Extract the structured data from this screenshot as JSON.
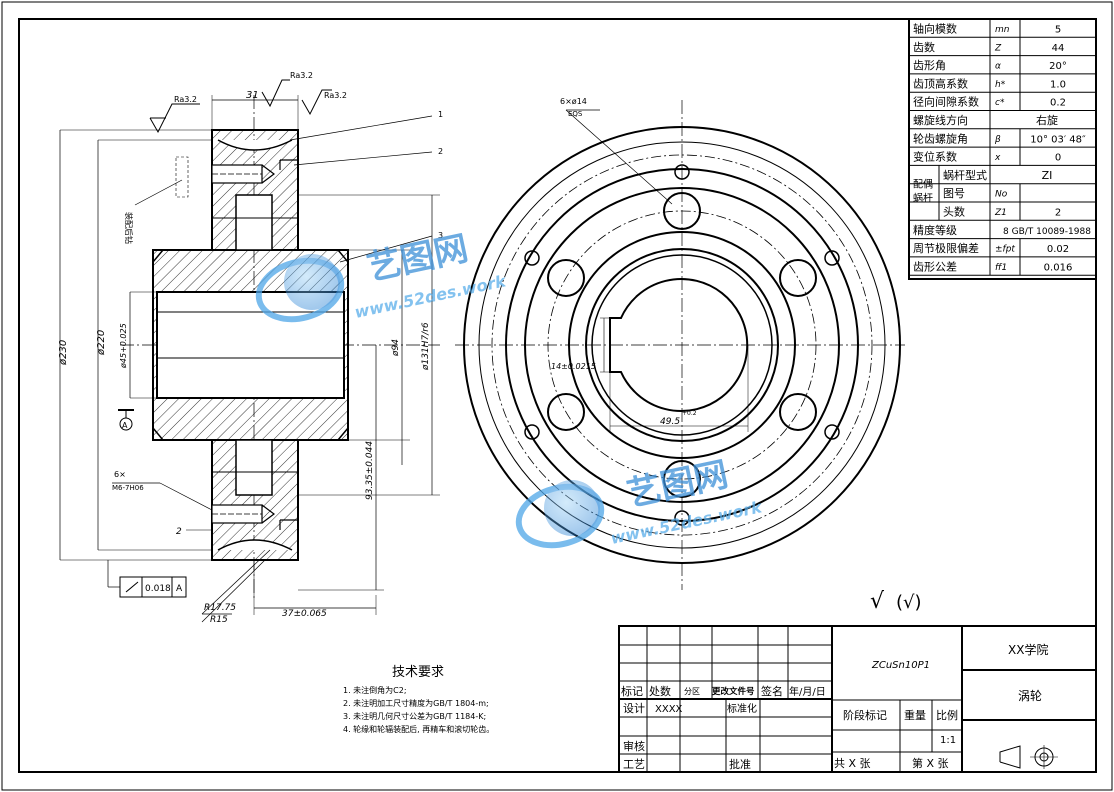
{
  "params": [
    {
      "label": "轴向模数",
      "sym": "mn",
      "val": "5"
    },
    {
      "label": "齿数",
      "sym": "Z",
      "val": "44"
    },
    {
      "label": "齿形角",
      "sym": "α",
      "val": "20°"
    },
    {
      "label": "齿顶高系数",
      "sym": "h*",
      "val": "1.0"
    },
    {
      "label": "径向间隙系数",
      "sym": "c*",
      "val": "0.2"
    },
    {
      "label": "螺旋线方向",
      "sym": "",
      "val": "右旋"
    },
    {
      "label": "轮齿螺旋角",
      "sym": "β",
      "val": "10° 03′ 48″"
    },
    {
      "label": "变位系数",
      "sym": "x",
      "val": "0"
    },
    {
      "label": "精度等级",
      "sym": "",
      "val": "8 GB/T 10089-1988"
    },
    {
      "label": "周节极限偏差",
      "sym": "±fpt",
      "val": "0.02"
    },
    {
      "label": "齿形公差",
      "sym": "ff1",
      "val": "0.016"
    }
  ],
  "mate": {
    "group": "配偶蜗杆",
    "rows": [
      {
        "label": "蜗杆型式",
        "val": "ZI"
      },
      {
        "label": "图号",
        "sym": "No",
        "val": ""
      },
      {
        "label": "头数",
        "sym": "Z1",
        "val": "2"
      }
    ]
  },
  "section": {
    "dims": {
      "top_w": "31",
      "ra_left": "Ra3.2",
      "ra_top1": "Ra3.2",
      "ra_top2": "Ra3.2",
      "d230": "ø230",
      "d220": "ø220",
      "d45": "ø45+0.025",
      "d94": "ø94",
      "d131": "ø131H7/r6",
      "d9335": "93.35±0.044",
      "hole6": "6×",
      "holem6": "M6-7H06",
      "dim2": "2",
      "r1775": "R17.75",
      "r15": "R15",
      "dim37": "37±0.065",
      "side_note": "装配后钻",
      "tol_val": "0.018",
      "tol_ref": "A",
      "datum": "A"
    },
    "callouts": [
      "1",
      "2",
      "3"
    ]
  },
  "front": {
    "hole_note1": "6×ø14",
    "hole_note2": "EQS",
    "key_w": "14±0.0215",
    "key_h": "49.5",
    "key_sup": "+0.2"
  },
  "roughness": {
    "main": "√",
    "rest": "(√)"
  },
  "tech": {
    "title": "技术要求",
    "items": [
      "1. 未注倒角为C2;",
      "2. 未注明加工尺寸精度为GB/T 1804-m;",
      "3. 未注明几何尺寸公差为GB/T 1184-K;",
      "4. 轮缘和轮辐装配后, 再精车和滚切轮齿。"
    ]
  },
  "titleblock": {
    "material": "ZCuSn10P1",
    "school": "XX学院",
    "part": "涡轮",
    "header": [
      "标记",
      "处数",
      "分区",
      "更改文件号",
      "签名",
      "年/月/日"
    ],
    "design": "设计",
    "design_name": "XXXX",
    "std": "标准化",
    "stage": "阶段标记",
    "weight": "重量",
    "ratio": "比例",
    "ratio_val": "1:1",
    "review": "审核",
    "craft": "工艺",
    "approve": "批准",
    "total": "共 X 张",
    "sheet": "第 X 张"
  },
  "watermark": {
    "brand": "艺图网",
    "url": "www.52des.work"
  }
}
